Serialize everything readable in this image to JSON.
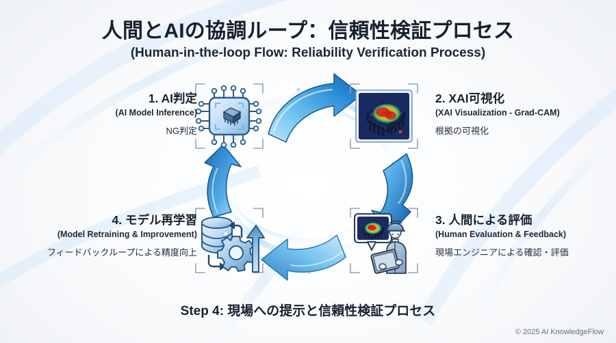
{
  "title": {
    "main": "人間とAIの協調ループ：信頼性検証プロセス",
    "sub": "(Human-in-the-loop Flow: Reliability Verification Process)"
  },
  "footer": {
    "step": "Step 4: 現場への提示と信頼性検証プロセス",
    "copyright": "© 2025 AI KnowledgeFlow"
  },
  "colors": {
    "background": "#f4f6f9",
    "title_text": "#16202f",
    "arrow_blue": "#1f7fd0",
    "arrow_blue_light": "#8fd4f5",
    "icon_blue": "#4a8fd0",
    "bracket": "#8fa4bd",
    "heat_red": "#d62b1f",
    "heat_yellow": "#f4d03f",
    "heat_green": "#3fb34f",
    "copyright_text": "#6a717c"
  },
  "steps": [
    {
      "id": 1,
      "title": "1. AI判定",
      "english": "(AI Model Inference)",
      "note": "NG判定",
      "icon": "ai-chip-icon"
    },
    {
      "id": 2,
      "title": "2. XAI可視化",
      "english": "(XAI Visualization - Grad-CAM)",
      "note": "根拠の可視化",
      "icon": "gradcam-heatmap-chip-icon"
    },
    {
      "id": 3,
      "title": "3. 人間による評価",
      "english": "(Human Evaluation & Feedback)",
      "note": "現場エンジニアによる確認・評価",
      "icon": "engineer-tablet-icon"
    },
    {
      "id": 4,
      "title": "4. モデル再学習",
      "english": "(Model Retraining & Improvement)",
      "note": "フィードバックループによる精度向上",
      "icon": "database-gear-retrain-icon"
    }
  ],
  "flow_arrows": [
    {
      "name": "arrow-top-right",
      "direction": "right",
      "from_step": 1,
      "to_step": 2
    },
    {
      "name": "arrow-right-down",
      "direction": "down",
      "from_step": 2,
      "to_step": 3
    },
    {
      "name": "arrow-bottom-left",
      "direction": "left",
      "from_step": 3,
      "to_step": 4
    },
    {
      "name": "arrow-left-up",
      "direction": "up",
      "from_step": 4,
      "to_step": 1
    }
  ]
}
